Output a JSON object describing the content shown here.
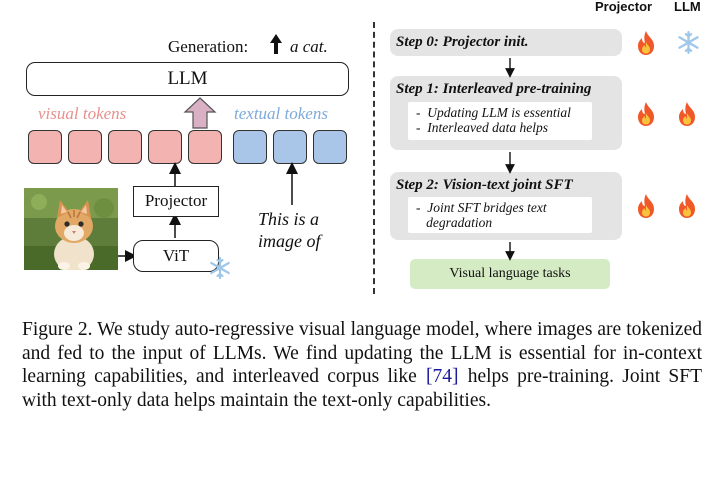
{
  "diagram": {
    "generation_label": "Generation:",
    "generation_output": "a cat.",
    "llm_label": "LLM",
    "visual_tokens_label": "visual tokens",
    "textual_tokens_label": "textual tokens",
    "projector_label": "Projector",
    "vit_label": "ViT",
    "text_input_lines": [
      "This is a",
      "image of"
    ]
  },
  "training": {
    "header_projector": "Projector",
    "header_llm": "LLM",
    "steps": [
      {
        "title": "Step 0: Projector init.",
        "bullets": [],
        "projector": "fire-icon",
        "llm": "snowflake-icon"
      },
      {
        "title": "Step 1: Interleaved pre-training",
        "bullets": [
          "Updating LLM is essential",
          "Interleaved data helps"
        ],
        "projector": "fire-icon",
        "llm": "fire-icon"
      },
      {
        "title": "Step 2: Vision-text joint SFT",
        "bullets": [
          "Joint SFT bridges text",
          "degradation"
        ],
        "projector": "fire-icon",
        "llm": "fire-icon"
      }
    ],
    "result_label": "Visual language tasks"
  },
  "caption": {
    "prefix": "Figure 2. We study auto-regressive visual language model, where images are tokenized and fed to the input of LLMs. We find updating the LLM is essential for in-context learning capabilities, and interleaved corpus like ",
    "citation": "[74]",
    "suffix": " helps pre-training. Joint SFT with text-only data helps maintain the text-only capabilities."
  },
  "colors": {
    "visual_token": "#f3b3b0",
    "textual_token": "#a9c6e8",
    "step_bg": "#e4e4e4",
    "result_bg": "#d4ebc4",
    "fire": "#f0582a",
    "snowflake": "#9fc7ea"
  }
}
